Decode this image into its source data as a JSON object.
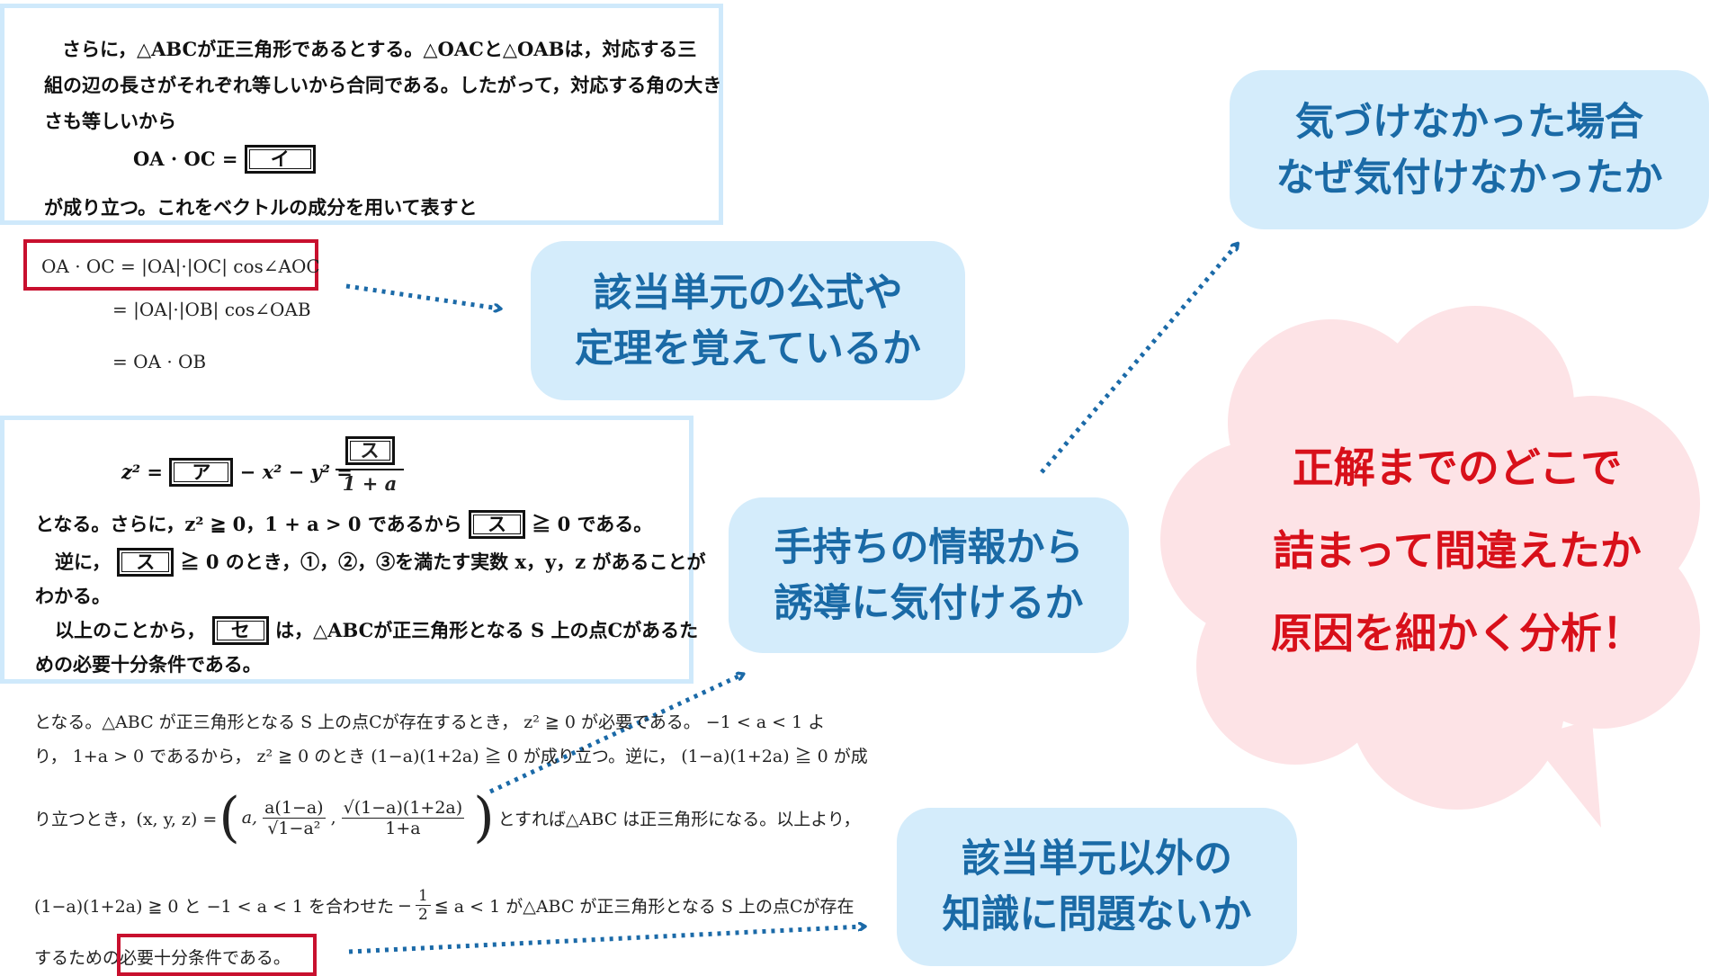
{
  "problem_top": {
    "line1": "さらに，△ABCが正三角形であるとする。△OACと△OABは，対応する三",
    "line2": "組の辺の長さがそれぞれ等しいから合同である。したがって，対応する角の大き",
    "line3": "さも等しいから",
    "equation_lhs": "OA · OC =",
    "answer_label": "イ",
    "line4": "が成り立つ。これをベクトルの成分を用いて表すと"
  },
  "solution_top": {
    "eq1": "OA · OC = |OA|·|OC| cos∠AOC",
    "eq2": "= |OA|·|OB| cos∠OAB",
    "eq3": "= OA · OB"
  },
  "problem_mid": {
    "eq_lhs": "z² =",
    "answer_a": "ア",
    "eq_mid": "− x² − y² =",
    "answer_su": "ス",
    "denominator": "1 + a",
    "line2_pre": "となる。さらに，z² ≧ 0，1 + a > 0 であるから",
    "line2_post": "≧ 0 である。",
    "line3_pre": "逆に，",
    "line3_post": "≧ 0 のとき，①，②，③を満たす実数 x，y，z があることが",
    "line4": "わかる。",
    "line5_pre": "以上のことから，",
    "answer_se": "セ",
    "line5_post": "は，△ABCが正三角形となる S 上の点Cがあるた",
    "line6": "めの必要十分条件である。"
  },
  "solution_bottom": {
    "line1": "となる。△ABC が正三角形となる S 上の点Cが存在するとき， z² ≧ 0 が必要である。 −1 < a < 1 よ",
    "line2": "り， 1+a > 0 であるから， z² ≧ 0 のとき (1−a)(1+2a) ≧ 0 が成り立つ。逆に， (1−a)(1+2a) ≧ 0 が成",
    "line3_pre": "り立つとき，(x, y, z) =",
    "line3_vec_a": "a,",
    "line3_frac1_num": "a(1−a)",
    "line3_frac1_den": "√1−a²",
    "line3_frac2_num": "√(1−a)(1+2a)",
    "line3_frac2_den": "1+a",
    "line3_post": "とすれば△ABC は正三角形になる。以上より，",
    "line4_pre": "(1−a)(1+2a) ≧ 0 と −1 < a < 1 を合わせた",
    "line4_frac_num": "1",
    "line4_frac_den": "2",
    "line4_mid": "≦ a < 1 が△ABC が正三角形となる S 上の点Cが存在",
    "line5_pre": "するための",
    "line5_highlight": "必要十分条件である。"
  },
  "callouts": {
    "formula": [
      "該当単元の公式や",
      "定理を覚えているか"
    ],
    "induction": [
      "手持ちの情報から",
      "誘導に気付けるか"
    ],
    "noticed": [
      "気づけなかった場合",
      "なぜ気付けなかったか"
    ],
    "other_unit": [
      "該当単元以外の",
      "知識に問題ないか"
    ]
  },
  "cloud": {
    "lines": [
      "正解までのどこで",
      "詰まって間違えたか",
      "原因を細かく分析！"
    ]
  },
  "colors": {
    "pill_bg": "#d4ecfb",
    "pill_text": "#1a6aa6",
    "arrow": "#1b6aa8",
    "red": "#c8102e",
    "cloud_bg": "#fde3e6",
    "cloud_text": "#d8101a",
    "box_border": "#cfe9fb"
  }
}
